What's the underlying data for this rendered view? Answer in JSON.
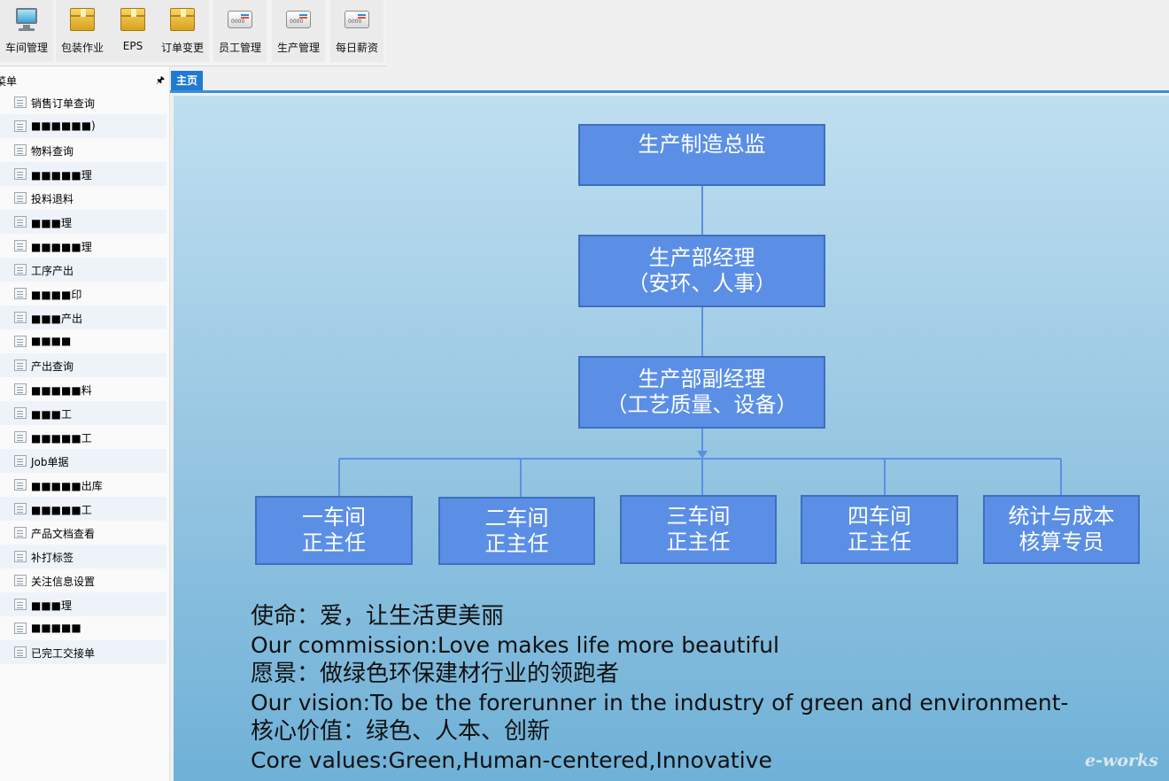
{
  "toolbar": {
    "buttons": [
      {
        "label": "车间管理",
        "icon": "monitor-icon"
      },
      {
        "label": "包装作业",
        "icon": "box-icon"
      },
      {
        "label": "EPS",
        "icon": "box-icon"
      },
      {
        "label": "订单变更",
        "icon": "box-icon"
      },
      {
        "label": "员工管理",
        "icon": "card-icon"
      },
      {
        "label": "生产管理",
        "icon": "card-icon"
      },
      {
        "label": "每日薪资",
        "icon": "card-icon"
      }
    ]
  },
  "sidebar": {
    "title": "菜单",
    "pin": "🖈",
    "items": [
      {
        "label": "销售订单查询"
      },
      {
        "label": "■■■■■■)"
      },
      {
        "label": "物料查询"
      },
      {
        "label": "■■■■■理"
      },
      {
        "label": "投料退料"
      },
      {
        "label": "■■■理"
      },
      {
        "label": "■■■■■理"
      },
      {
        "label": "工序产出"
      },
      {
        "label": "■■■■印"
      },
      {
        "label": "■■■产出"
      },
      {
        "label": "■■■■"
      },
      {
        "label": "产出查询"
      },
      {
        "label": "■■■■■料"
      },
      {
        "label": "■■■工"
      },
      {
        "label": "■■■■■工"
      },
      {
        "label": "Job单据"
      },
      {
        "label": "■■■■■出库"
      },
      {
        "label": "■■■■■工"
      },
      {
        "label": "产品文档查看"
      },
      {
        "label": "补打标签"
      },
      {
        "label": "关注信息设置"
      },
      {
        "label": "■■■理"
      },
      {
        "label": "■■■■■"
      },
      {
        "label": "已完工交接单"
      }
    ]
  },
  "tabs": {
    "home": "主页"
  },
  "org": {
    "director": [
      "生产制造总监"
    ],
    "manager": [
      "生产部经理",
      "（安环、人事）"
    ],
    "deputy": [
      "生产部副经理",
      "（工艺质量、设备）"
    ],
    "leaves": [
      [
        "一车间",
        "正主任"
      ],
      [
        "二车间",
        "正主任"
      ],
      [
        "三车间",
        "正主任"
      ],
      [
        "四车间",
        "正主任"
      ],
      [
        "统计与成本",
        "核算专员"
      ]
    ],
    "colors": {
      "box": "#5b8fe6",
      "border": "#3e6fbf",
      "line": "#5b8fe6"
    }
  },
  "mission": {
    "line1": "使命：爱，让生活更美丽",
    "line2": "Our commission:Love makes life more beautiful",
    "line3": "愿景：做绿色环保建材行业的领跑者",
    "line4": "Our vision:To be the forerunner in the industry of green and environment-",
    "line5": "核心价值：绿色、人本、创新",
    "line6": "Core values:Green,Human-centered,Innovative"
  },
  "watermark": "e-works",
  "colors": {
    "tab_active": "#1f7bd0",
    "tab_underline": "#3b8fd6"
  }
}
